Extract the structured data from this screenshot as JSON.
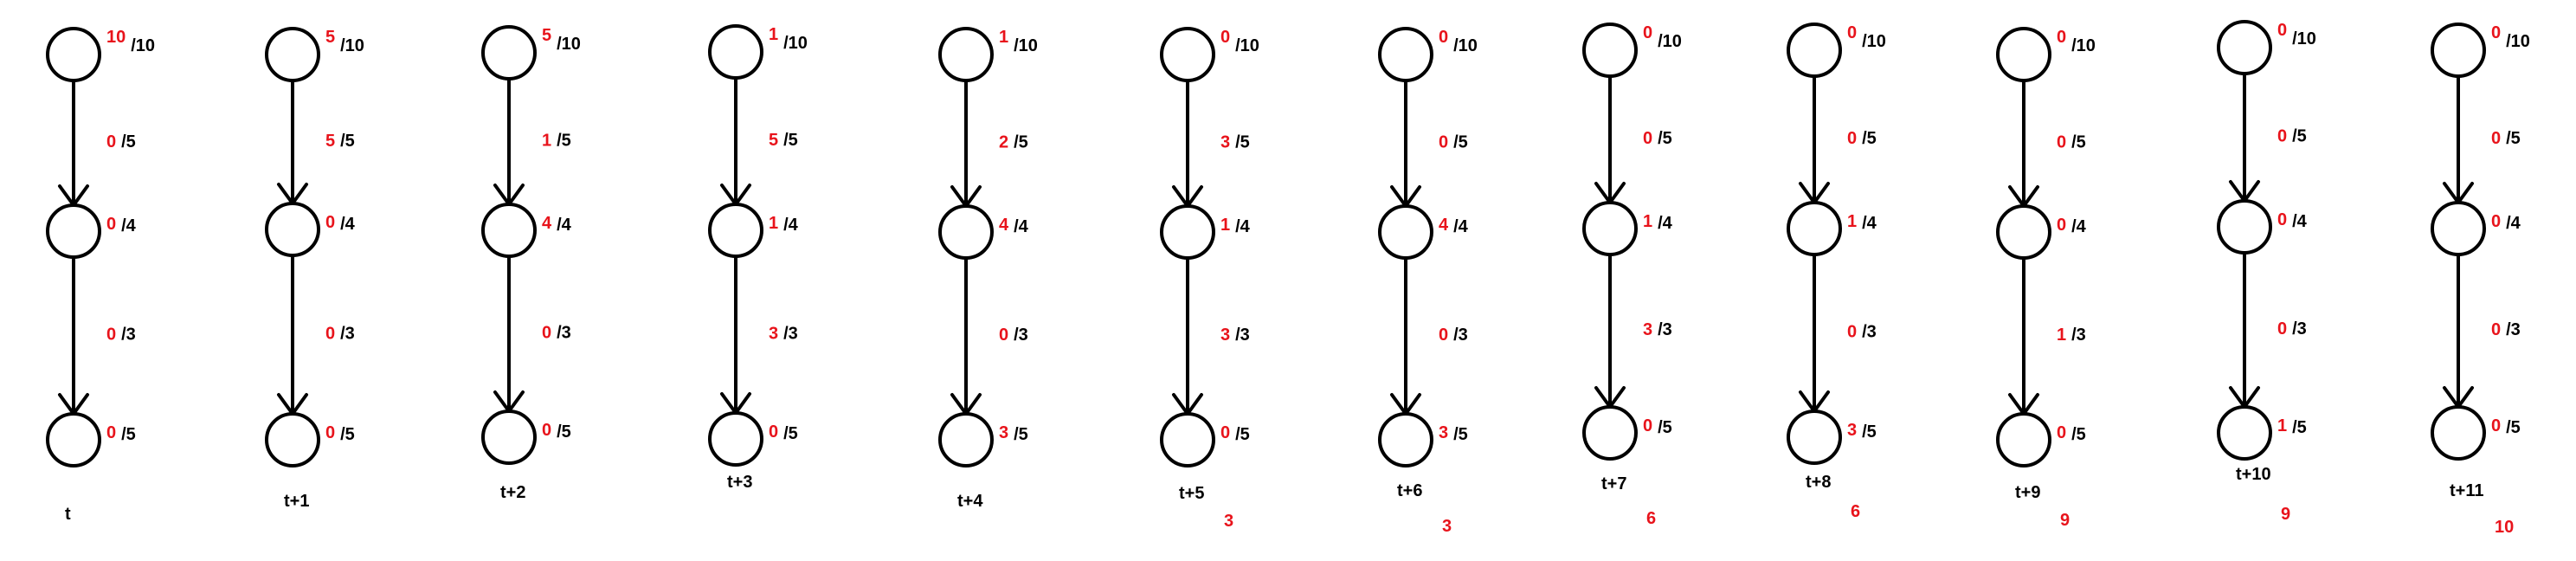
{
  "colors": {
    "ink": "#000000",
    "flow": "#e8131b",
    "background": "#ffffff"
  },
  "columns": [
    {
      "label": "t",
      "total": "",
      "nodes": [
        {
          "v": "10",
          "c": "/10"
        },
        {
          "v": "0",
          "c": "/4"
        },
        {
          "v": "0",
          "c": "/5"
        }
      ],
      "edges": [
        {
          "v": "0",
          "c": "/5"
        },
        {
          "v": "0",
          "c": "/3"
        }
      ]
    },
    {
      "label": "t+1",
      "total": "",
      "nodes": [
        {
          "v": "5",
          "c": "/10"
        },
        {
          "v": "0",
          "c": "/4"
        },
        {
          "v": "0",
          "c": "/5"
        }
      ],
      "edges": [
        {
          "v": "5",
          "c": "/5"
        },
        {
          "v": "0",
          "c": "/3"
        }
      ]
    },
    {
      "label": "t+2",
      "total": "",
      "nodes": [
        {
          "v": "5",
          "c": "/10"
        },
        {
          "v": "4",
          "c": "/4"
        },
        {
          "v": "0",
          "c": "/5"
        }
      ],
      "edges": [
        {
          "v": "1",
          "c": "/5"
        },
        {
          "v": "0",
          "c": "/3"
        }
      ]
    },
    {
      "label": "t+3",
      "total": "",
      "nodes": [
        {
          "v": "1",
          "c": "/10"
        },
        {
          "v": "1",
          "c": "/4"
        },
        {
          "v": "0",
          "c": "/5"
        }
      ],
      "edges": [
        {
          "v": "5",
          "c": "/5"
        },
        {
          "v": "3",
          "c": "/3"
        }
      ]
    },
    {
      "label": "t+4",
      "total": "",
      "nodes": [
        {
          "v": "1",
          "c": "/10"
        },
        {
          "v": "4",
          "c": "/4"
        },
        {
          "v": "3",
          "c": "/5"
        }
      ],
      "edges": [
        {
          "v": "2",
          "c": "/5"
        },
        {
          "v": "0",
          "c": "/3"
        }
      ]
    },
    {
      "label": "t+5",
      "total": "3",
      "nodes": [
        {
          "v": "0",
          "c": "/10"
        },
        {
          "v": "1",
          "c": "/4"
        },
        {
          "v": "0",
          "c": "/5"
        }
      ],
      "edges": [
        {
          "v": "3",
          "c": "/5"
        },
        {
          "v": "3",
          "c": "/3"
        }
      ]
    },
    {
      "label": "t+6",
      "total": "3",
      "nodes": [
        {
          "v": "0",
          "c": "/10"
        },
        {
          "v": "4",
          "c": "/4"
        },
        {
          "v": "3",
          "c": "/5"
        }
      ],
      "edges": [
        {
          "v": "0",
          "c": "/5"
        },
        {
          "v": "0",
          "c": "/3"
        }
      ]
    },
    {
      "label": "t+7",
      "total": "6",
      "nodes": [
        {
          "v": "0",
          "c": "/10"
        },
        {
          "v": "1",
          "c": "/4"
        },
        {
          "v": "0",
          "c": "/5"
        }
      ],
      "edges": [
        {
          "v": "0",
          "c": "/5"
        },
        {
          "v": "3",
          "c": "/3"
        }
      ]
    },
    {
      "label": "t+8",
      "total": "6",
      "nodes": [
        {
          "v": "0",
          "c": "/10"
        },
        {
          "v": "1",
          "c": "/4"
        },
        {
          "v": "3",
          "c": "/5"
        }
      ],
      "edges": [
        {
          "v": "0",
          "c": "/5"
        },
        {
          "v": "0",
          "c": "/3"
        }
      ]
    },
    {
      "label": "t+9",
      "total": "9",
      "nodes": [
        {
          "v": "0",
          "c": "/10"
        },
        {
          "v": "0",
          "c": "/4"
        },
        {
          "v": "0",
          "c": "/5"
        }
      ],
      "edges": [
        {
          "v": "0",
          "c": "/5"
        },
        {
          "v": "1",
          "c": "/3"
        }
      ]
    },
    {
      "label": "t+10",
      "total": "9",
      "nodes": [
        {
          "v": "0",
          "c": "/10"
        },
        {
          "v": "0",
          "c": "/4"
        },
        {
          "v": "1",
          "c": "/5"
        }
      ],
      "edges": [
        {
          "v": "0",
          "c": "/5"
        },
        {
          "v": "0",
          "c": "/3"
        }
      ]
    },
    {
      "label": "t+11",
      "total": "10",
      "nodes": [
        {
          "v": "0",
          "c": "/10"
        },
        {
          "v": "0",
          "c": "/4"
        },
        {
          "v": "0",
          "c": "/5"
        }
      ],
      "edges": [
        {
          "v": "0",
          "c": "/5"
        },
        {
          "v": "0",
          "c": "/3"
        }
      ]
    }
  ]
}
